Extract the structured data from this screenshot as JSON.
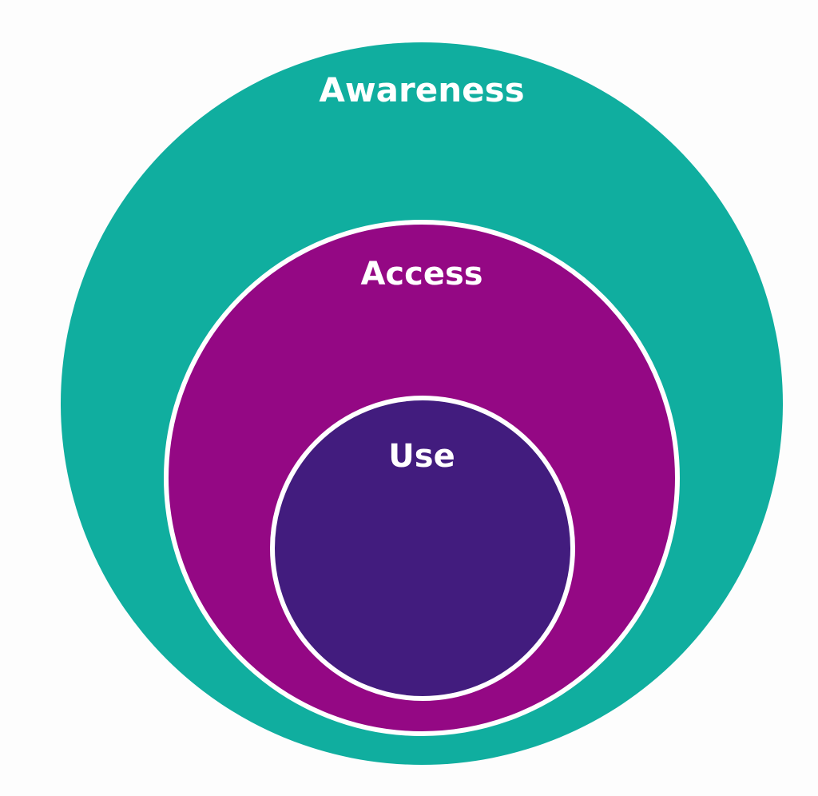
{
  "diagram": {
    "title": "Nested circles: Awareness, Access, Use",
    "levels": [
      {
        "label": "Awareness",
        "color": "#10ae9f"
      },
      {
        "label": "Access",
        "color": "#940884"
      },
      {
        "label": "Use",
        "color": "#421c7e"
      }
    ],
    "border_color": "#ffffff"
  }
}
